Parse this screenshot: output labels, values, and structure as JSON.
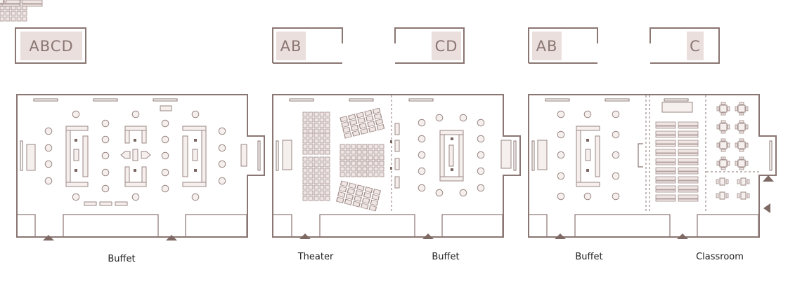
{
  "labels": {
    "plan1_tag": "ABCD",
    "plan2_tag_left": "AB",
    "plan2_tag_right": "CD",
    "plan3_tag_left": "AB",
    "plan3_tag_right": "C",
    "plan1_caption": "Buffet",
    "plan2_caption_left": "Theater",
    "plan2_caption_right": "Buffet",
    "plan3_caption_left": "Buffet",
    "plan3_caption_right": "Classroom"
  },
  "colors": {
    "wall": "#8a7672",
    "tag_fill": "#eadfdd",
    "furniture": "#f5efee"
  }
}
